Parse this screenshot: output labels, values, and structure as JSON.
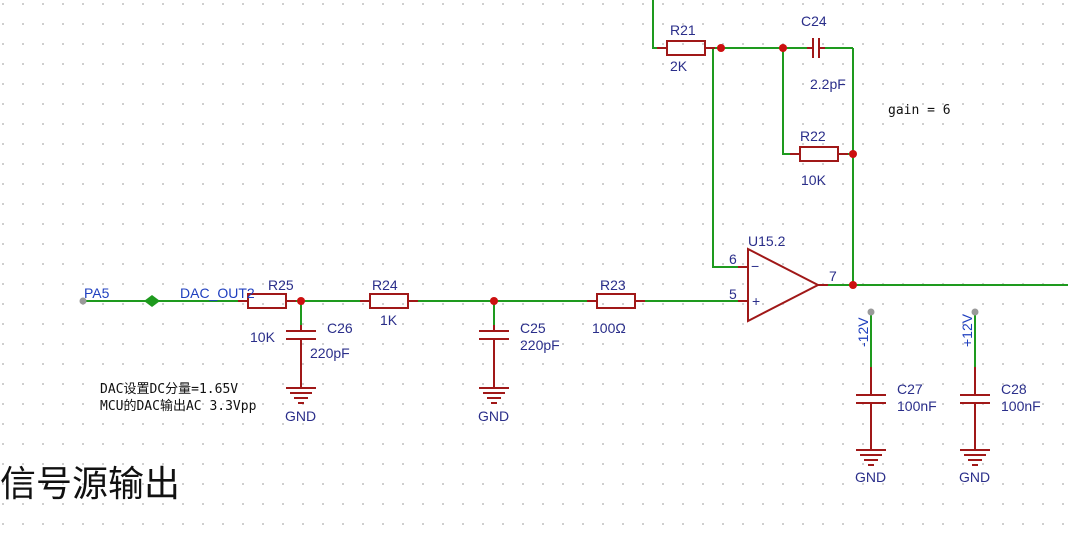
{
  "diagram": {
    "title": "信号源输出",
    "note_lines": [
      "DAC设置DC分量=1.65V",
      "MCU的DAC输出AC 3.3Vpp"
    ],
    "gain_note": "gain = 6",
    "nets": {
      "pa5": "PA5",
      "dac_out2": "DAC_OUT2",
      "vneg": "-12V",
      "vpos": "+12V"
    },
    "opamp": {
      "ref": "U15.2",
      "pin_inv": "6",
      "pin_noninv": "5",
      "pin_out": "7",
      "sign_minus": "−",
      "sign_plus": "+"
    },
    "components": {
      "R25": {
        "ref": "R25",
        "value": "10K"
      },
      "R24": {
        "ref": "R24",
        "value": "1K"
      },
      "R23": {
        "ref": "R23",
        "value": "100Ω"
      },
      "R21": {
        "ref": "R21",
        "value": "2K"
      },
      "R22": {
        "ref": "R22",
        "value": "10K"
      },
      "C24": {
        "ref": "C24",
        "value": "2.2pF"
      },
      "C25": {
        "ref": "C25",
        "value": "220pF"
      },
      "C26": {
        "ref": "C26",
        "value": "220pF"
      },
      "C27": {
        "ref": "C27",
        "value": "100nF"
      },
      "C28": {
        "ref": "C28",
        "value": "100nF"
      }
    },
    "gnd_label": "GND",
    "colors": {
      "wire": "#1e9a1e",
      "component": "#a01818",
      "junction": "#cc1010",
      "label": "#2a2e8a",
      "net_label": "#1f3fbf"
    }
  }
}
